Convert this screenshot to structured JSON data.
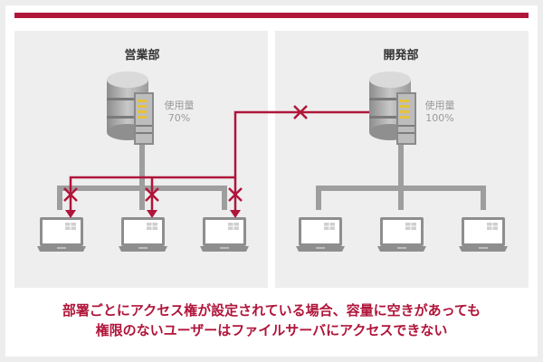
{
  "departments": [
    {
      "name": "営業部",
      "usage_label": "使用量",
      "usage_value": "70%"
    },
    {
      "name": "開発部",
      "usage_label": "使用量",
      "usage_value": "100%"
    }
  ],
  "caption": {
    "line1": "部署ごとにアクセス権が設定されている場合、容量に空きがあっても",
    "line2": "権限のないユーザーはファイルサーバにアクセスできない"
  },
  "colors": {
    "accent": "#b0153a",
    "connector": "#9e9e9e",
    "panel": "#eeeeee"
  }
}
